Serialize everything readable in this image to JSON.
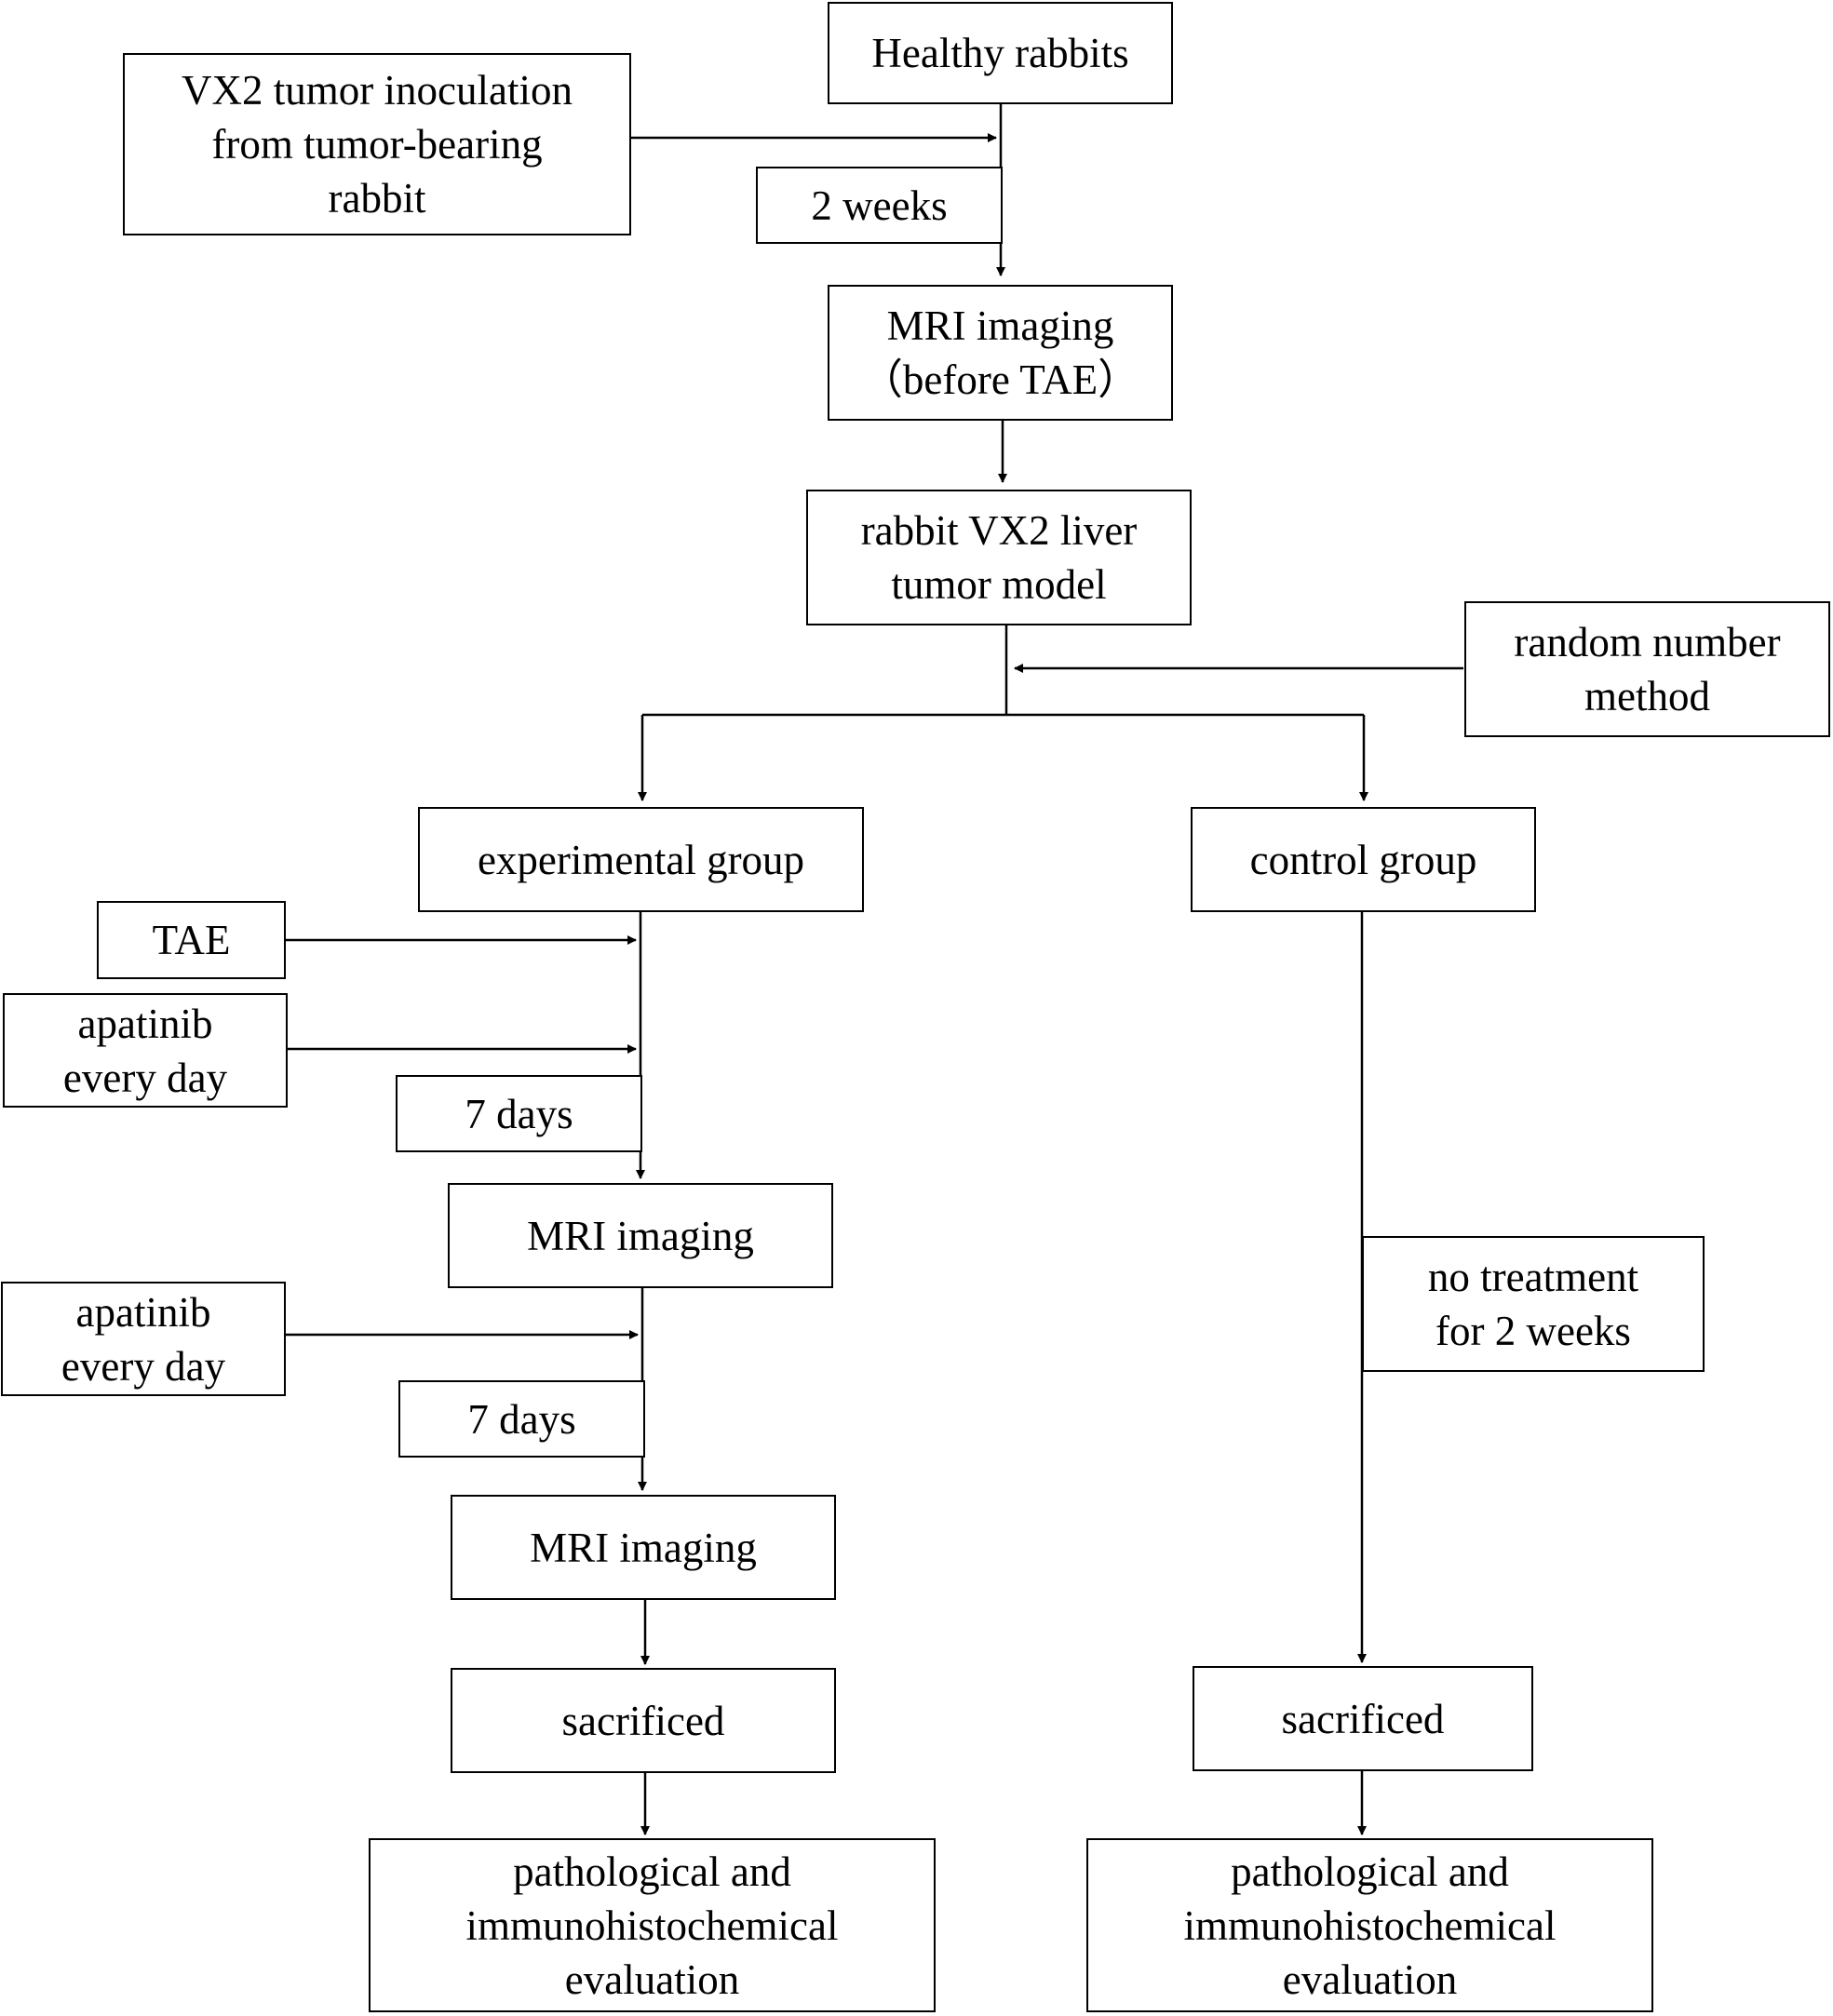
{
  "nodes": {
    "healthy_rabbits": "Healthy rabbits",
    "vx2_inoculation": "VX2 tumor inoculation\nfrom tumor-bearing\nrabbit",
    "two_weeks": "2 weeks",
    "mri_before_tae": "MRI imaging\n（before TAE）",
    "liver_tumor_model": "rabbit VX2 liver\ntumor model",
    "random_number_method": "random number\nmethod",
    "experimental_group": "experimental group",
    "control_group": "control group",
    "tae": "TAE",
    "apatinib_1": "apatinib\nevery day",
    "seven_days_1": "7 days",
    "mri_imaging_1": "MRI imaging",
    "apatinib_2": "apatinib\nevery day",
    "seven_days_2": "7 days",
    "mri_imaging_2": "MRI imaging",
    "no_treatment": "no treatment\nfor 2 weeks",
    "sacrificed_exp": "sacrificed",
    "sacrificed_ctrl": "sacrificed",
    "evaluation_exp": "pathological and\nimmunohistochemical\nevaluation",
    "evaluation_ctrl": "pathological and\nimmunohistochemical\nevaluation"
  }
}
